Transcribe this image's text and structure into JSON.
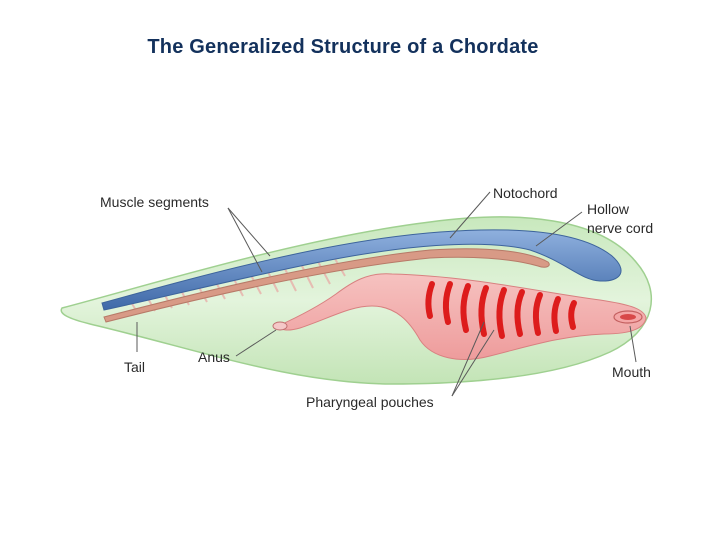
{
  "title": "The Generalized Structure of a Chordate",
  "labels": {
    "muscle_segments": "Muscle segments",
    "notochord": "Notochord",
    "hollow_nerve_cord_line1": "Hollow",
    "hollow_nerve_cord_line2": "nerve cord",
    "tail": "Tail",
    "anus": "Anus",
    "mouth": "Mouth",
    "pharyngeal_pouches": "Pharyngeal pouches"
  },
  "colors": {
    "title": "#13315c",
    "body_fill": "#d6efcf",
    "body_outline": "#a9d79d",
    "nerve_cord": "#4e79b8",
    "notochord": "#d59a86",
    "gut": "#f3aeae",
    "pouches": "#e02020",
    "leader_lines": "#555555"
  }
}
